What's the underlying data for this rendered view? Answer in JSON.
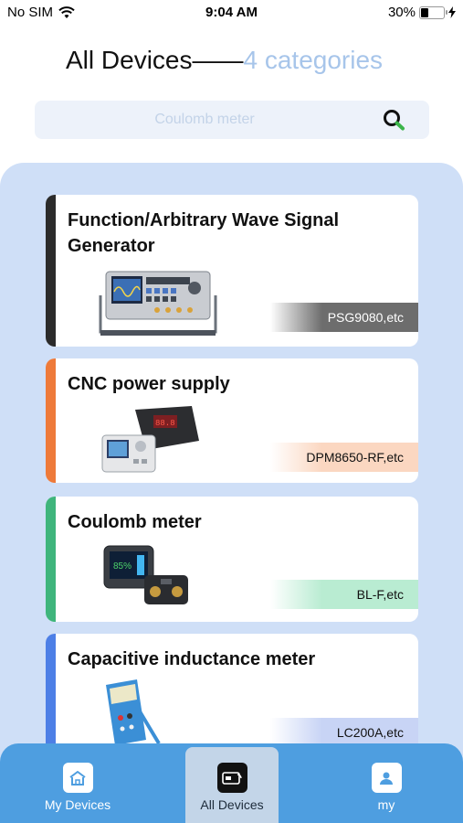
{
  "status_bar": {
    "carrier": "No SIM",
    "time": "9:04 AM",
    "battery": "30%"
  },
  "header": {
    "title": "All Devices",
    "separator": "——",
    "categories": "4 categories"
  },
  "search": {
    "placeholder": "Coulomb meter"
  },
  "devices": [
    {
      "name": "Function/Arbitrary Wave Signal Generator",
      "model": "PSG9080,etc",
      "accent": "#2b2b2b"
    },
    {
      "name": "CNC power supply",
      "model": "DPM8650-RF,etc",
      "accent": "#ee7a3a"
    },
    {
      "name": "Coulomb meter",
      "model": "BL-F,etc",
      "accent": "#3fb57c"
    },
    {
      "name": "Capacitive inductance meter",
      "model": "LC200A,etc",
      "accent": "#4d7fe6"
    }
  ],
  "tabs": [
    {
      "label": "My Devices",
      "icon": "home-icon"
    },
    {
      "label": "All Devices",
      "icon": "device-card-icon",
      "active": true
    },
    {
      "label": "my",
      "icon": "user-icon"
    }
  ],
  "colors": {
    "tabbar": "#4e9ee0",
    "panel": "#cfdff7",
    "category_text": "#a7c5ea"
  }
}
